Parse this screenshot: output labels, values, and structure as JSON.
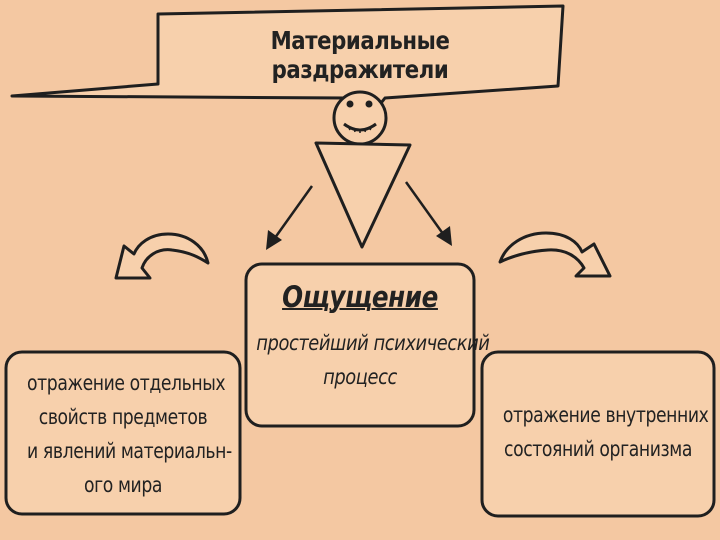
{
  "colors": {
    "background": "#f4c8a2",
    "box_fill": "#f7d0ac",
    "stroke": "#1f1f1f",
    "text": "#222222"
  },
  "title": "Материальные раздражители",
  "center": {
    "heading": "Ощущение",
    "lines": [
      "простейший психический",
      "процесс"
    ]
  },
  "left": {
    "lines": [
      "отражение отдельных",
      "свойств предметов",
      "и явлений материальн-",
      "ого мира"
    ]
  },
  "right": {
    "lines": [
      "отражение внутренних",
      "состояний организма"
    ]
  },
  "icons": {
    "figure": "smiley-figure-icon",
    "arrows": [
      "curved-arrow-left-icon",
      "curved-arrow-right-icon",
      "arrow-down-left-icon",
      "arrow-down-right-icon"
    ]
  }
}
